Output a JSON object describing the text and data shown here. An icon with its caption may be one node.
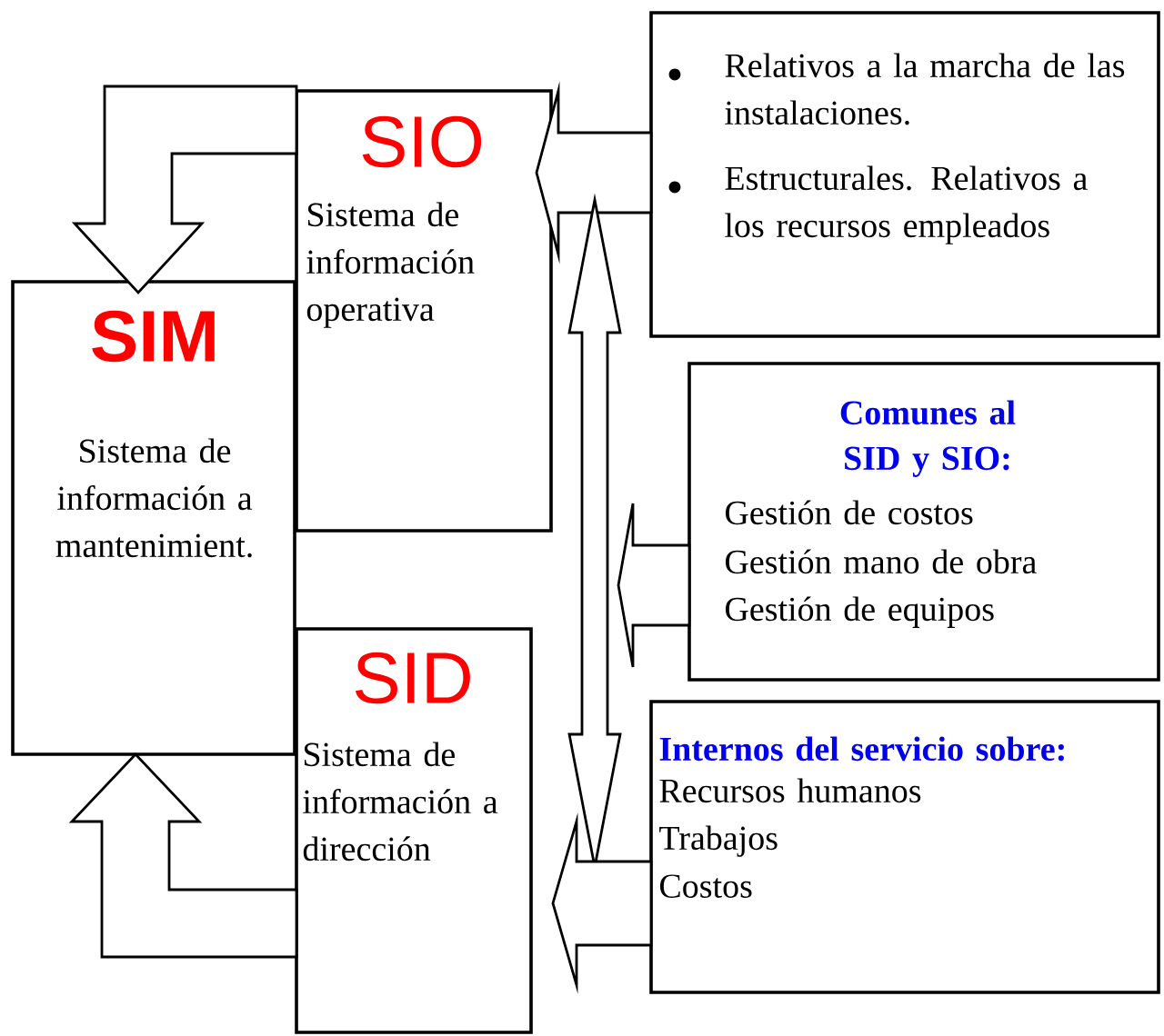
{
  "diagram": {
    "nodes": [
      {
        "text": [
          "SIM",
          "Sistema de información a mantenimient."
        ]
      },
      {
        "text": [
          "SIO",
          "Sistema de información operativa"
        ]
      },
      {
        "text": [
          "SID",
          "Sistema de información a dirección"
        ]
      },
      {
        "text": [
          "Relativos a la marcha de las instalaciones.",
          "Estructurales. Relativos a los recursos empleados"
        ]
      },
      {
        "text": [
          "Comunes al SID y SIO:",
          "Gestión de costos",
          "Gestión mano de obra",
          "Gestión de equipos"
        ]
      },
      {
        "text": [
          "Internos del servicio sobre:",
          "Recursos humanos",
          "Trabajos",
          "Costos"
        ]
      }
    ],
    "edges": [
      {
        "from": 1,
        "to": 0,
        "arrow": "to"
      },
      {
        "from": 2,
        "to": 0,
        "arrow": "to"
      },
      {
        "from": 3,
        "to": 1,
        "arrow": "to"
      },
      {
        "from": 4,
        "to": null,
        "arrow": "to"
      },
      {
        "from": 1,
        "to": 2,
        "arrow": "both"
      },
      {
        "from": 5,
        "to": 2,
        "arrow": "to"
      }
    ]
  }
}
